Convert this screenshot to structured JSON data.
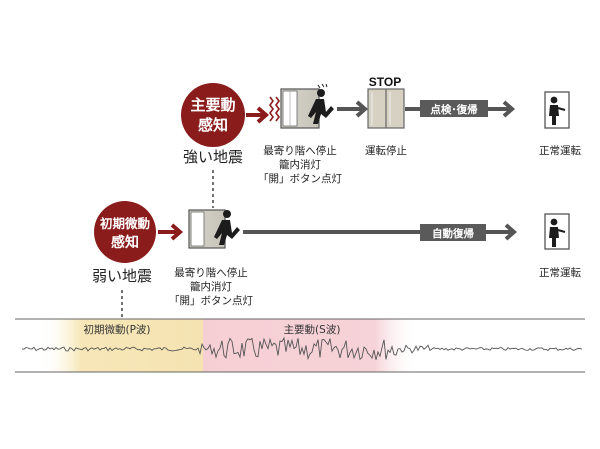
{
  "colors": {
    "accent_red": "#8b1c1c",
    "arrow_gray": "#555555",
    "tag_gray": "#5a5a5a",
    "p_wave_band": "#f7e7b8",
    "s_wave_band": "#f6cfd4"
  },
  "strong_path": {
    "sensor_line1": "主要動",
    "sensor_line2": "感知",
    "quake_label": "強い地震",
    "stop_sign": "STOP",
    "step1_caption": [
      "最寄り階へ停止",
      "籠内消灯",
      "「開」ボタン点灯"
    ],
    "step2_caption": "運転停止",
    "action_tag": "点検･復帰",
    "result_caption": "正常運転"
  },
  "weak_path": {
    "sensor_line1": "初期微動",
    "sensor_line2": "感知",
    "quake_label": "弱い地震",
    "step1_caption": [
      "最寄り階へ停止",
      "籠内消灯",
      "「開」ボタン点灯"
    ],
    "action_tag": "自動復帰",
    "result_caption": "正常運転"
  },
  "waveform": {
    "p_wave_label": "初期微動(P波)",
    "s_wave_label": "主要動(S波)"
  },
  "icons": [
    "shaking-elevator-icon",
    "person-exiting-icon",
    "closed-doors-icon",
    "open-door-person-icon"
  ]
}
